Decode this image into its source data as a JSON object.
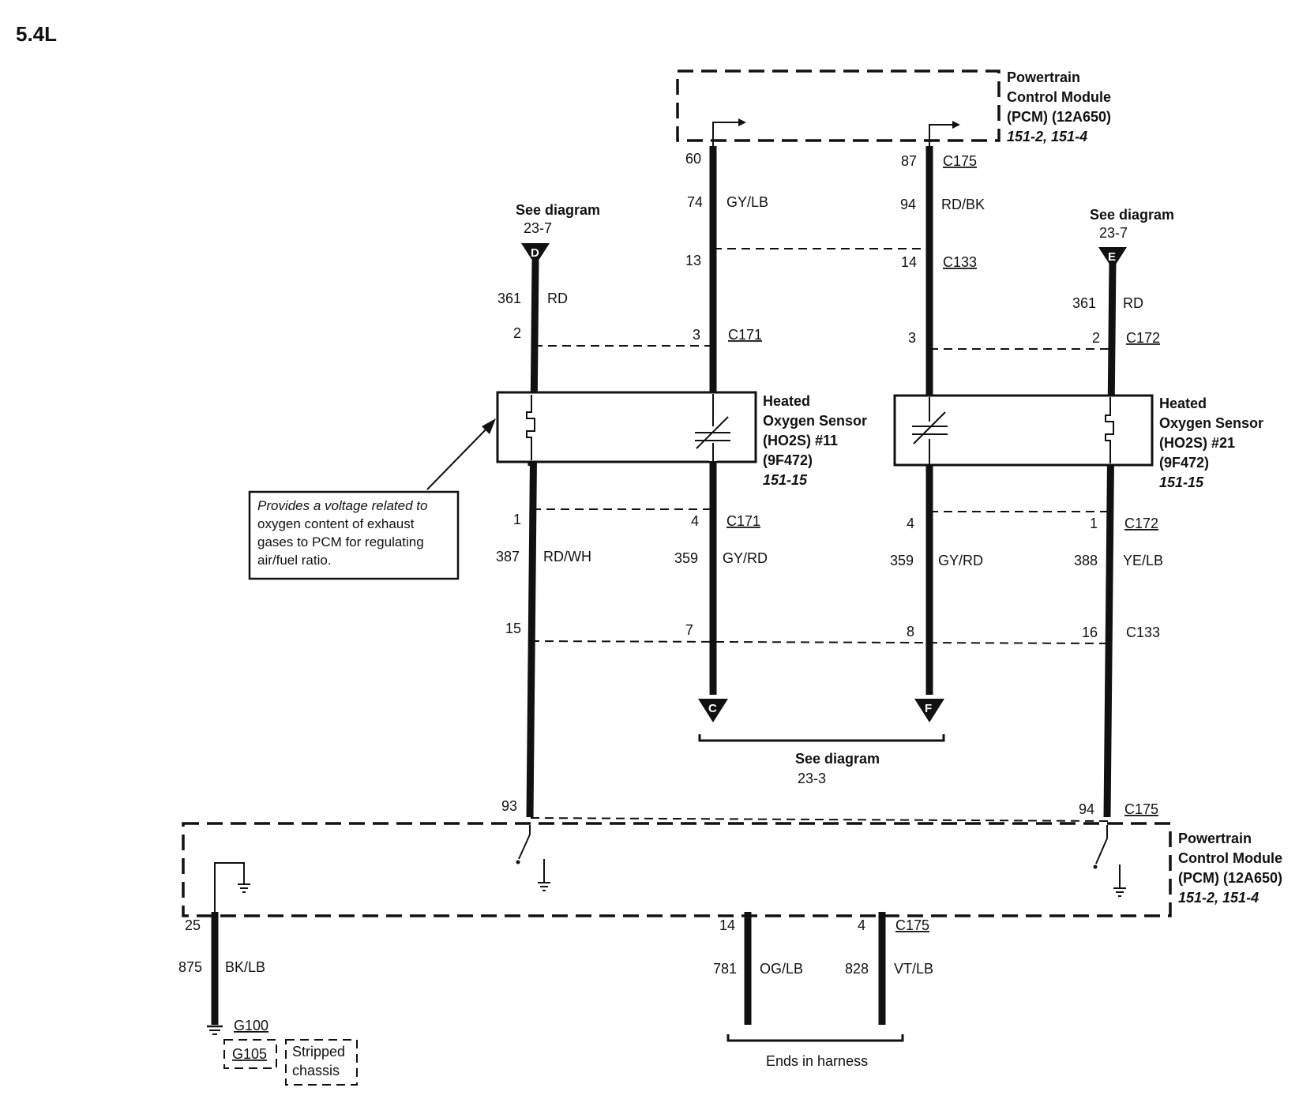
{
  "title": "5.4L",
  "pcm_top": {
    "lines": [
      "Powertrain",
      "Control Module",
      "(PCM) (12A650)"
    ],
    "ref": "151-2, 151-4"
  },
  "pcm_bottom": {
    "lines": [
      "Powertrain",
      "Control Module",
      "(PCM) (12A650)"
    ],
    "ref": "151-2, 151-4"
  },
  "sensor_11": {
    "lines": [
      "Heated",
      "Oxygen Sensor",
      "(HO2S) #11",
      "(9F472)"
    ],
    "ref": "151-15"
  },
  "sensor_21": {
    "lines": [
      "Heated",
      "Oxygen Sensor",
      "(HO2S) #21",
      "(9F472)"
    ],
    "ref": "151-15"
  },
  "see_left": {
    "text": "See diagram",
    "ref": "23-7",
    "letter": "D"
  },
  "see_right": {
    "text": "See diagram",
    "ref": "23-7",
    "letter": "E"
  },
  "see_bottom": {
    "text": "See diagram",
    "ref": "23-3",
    "letter_left": "C",
    "letter_right": "F"
  },
  "note": [
    "Provides a voltage related to",
    "oxygen content of exhaust",
    "gases to PCM for regulating",
    "air/fuel ratio."
  ],
  "connectors": {
    "c175_top": "C175",
    "c133_top": "C133",
    "c171_top": "C171",
    "c172_top": "C172",
    "c171_bot": "C171",
    "c172_bot": "C172",
    "c133_bot": "C133",
    "c175_mid": "C175",
    "c175_bot": "C175"
  },
  "pins": {
    "p60": "60",
    "p87": "87",
    "p13": "13",
    "p14": "14",
    "p2l": "2",
    "p3l": "3",
    "p3r": "3",
    "p2r": "2",
    "p1l": "1",
    "p4l": "4",
    "p4r": "4",
    "p1r": "1",
    "p15": "15",
    "p7": "7",
    "p8": "8",
    "p16": "16",
    "p93": "93",
    "p94": "94",
    "p25": "25",
    "p14b": "14",
    "p4b": "4"
  },
  "circuits": {
    "c74": {
      "num": "74",
      "color": "GY/LB"
    },
    "c94": {
      "num": "94",
      "color": "RD/BK"
    },
    "c361l": {
      "num": "361",
      "color": "RD"
    },
    "c361r": {
      "num": "361",
      "color": "RD"
    },
    "c387": {
      "num": "387",
      "color": "RD/WH"
    },
    "c359l": {
      "num": "359",
      "color": "GY/RD"
    },
    "c359r": {
      "num": "359",
      "color": "GY/RD"
    },
    "c388": {
      "num": "388",
      "color": "YE/LB"
    },
    "c875": {
      "num": "875",
      "color": "BK/LB"
    },
    "c781": {
      "num": "781",
      "color": "OG/LB"
    },
    "c828": {
      "num": "828",
      "color": "VT/LB"
    }
  },
  "grounds": {
    "g100": "G100",
    "g105": "G105",
    "stripped": [
      "Stripped",
      "chassis"
    ]
  },
  "ends": "Ends in harness"
}
